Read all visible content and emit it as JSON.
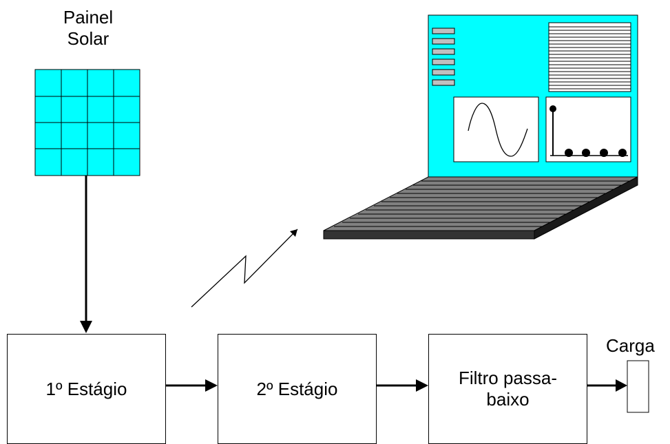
{
  "solar_panel": {
    "label_line1": "Painel",
    "label_line2": "Solar"
  },
  "blocks": [
    {
      "label": "1º Estágio"
    },
    {
      "label": "2º Estágio"
    },
    {
      "label_line1": "Filtro passa-",
      "label_line2": "baixo"
    }
  ],
  "load": {
    "label": "Carga"
  },
  "colors": {
    "panel_fill": "#00ffff",
    "stroke": "#000000",
    "keyboard_dark": "#333333",
    "screen_widget": "#c0c0c0"
  }
}
